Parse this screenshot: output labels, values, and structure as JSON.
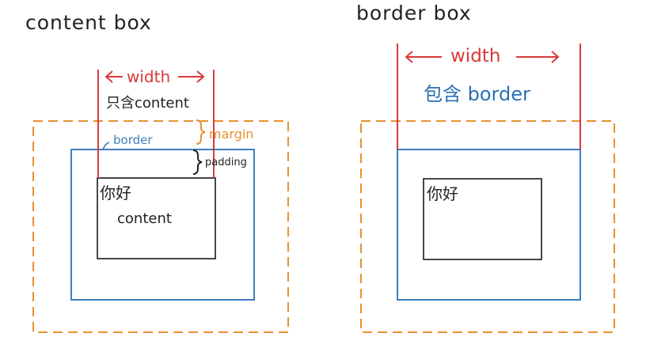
{
  "left": {
    "title": "content box",
    "width_label": "width",
    "note": "只含content",
    "border_label": "border",
    "margin_label": "margin",
    "padding_label": "padding",
    "inner_text": "你好",
    "content_label": "content"
  },
  "right": {
    "title": "border box",
    "width_label": "width",
    "note": "包含 border",
    "inner_text": "你好"
  },
  "colors": {
    "width_line": "#d93a3a",
    "margin": "#e8912f",
    "border": "#3e7fbd",
    "content_box": "#333333",
    "note_blue": "#2a6fb5"
  }
}
